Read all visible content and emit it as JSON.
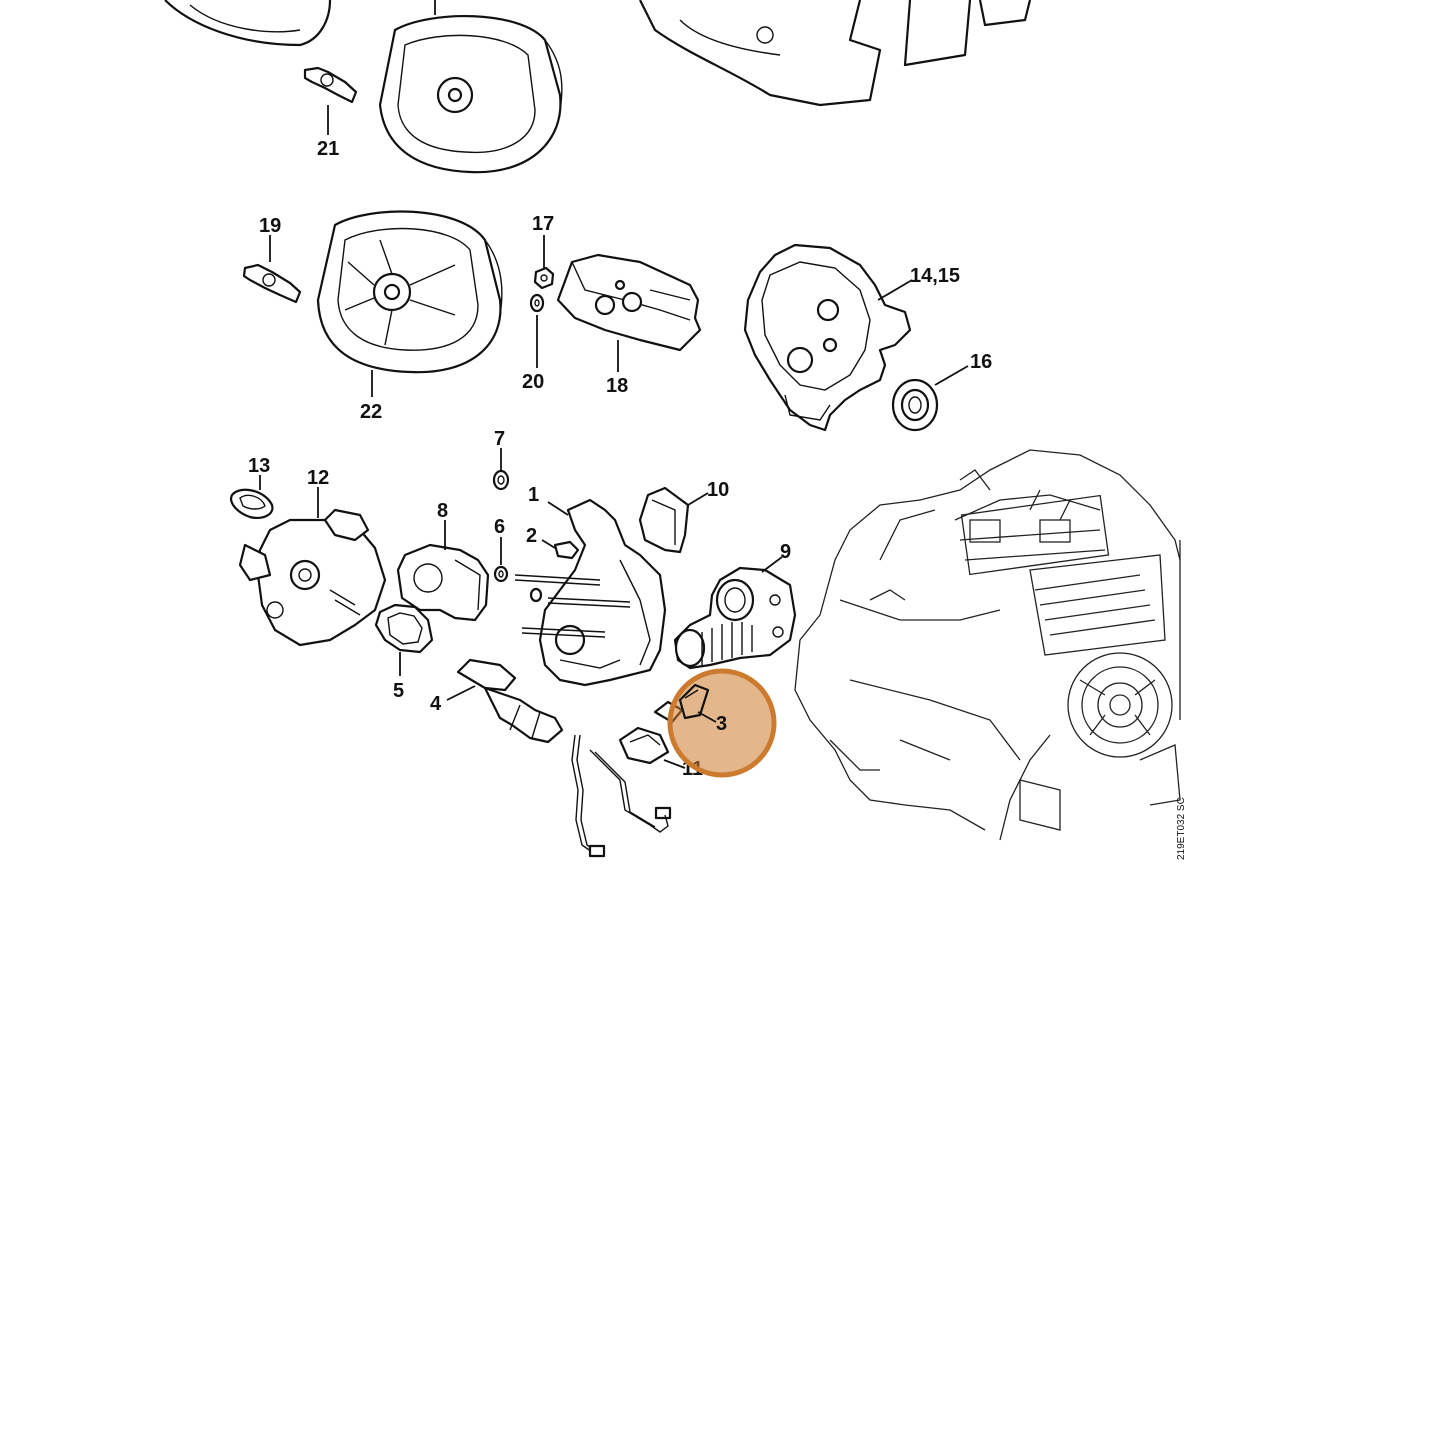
{
  "diagram": {
    "drawing_code": "219ET032 SC",
    "highlight_color": "#cc7a2e",
    "highlighted_part": "3",
    "callouts": {
      "c1": "1",
      "c2": "2",
      "c3": "3",
      "c4": "4",
      "c5": "5",
      "c6": "6",
      "c7": "7",
      "c8": "8",
      "c9": "9",
      "c10": "10",
      "c11": "11",
      "c12": "12",
      "c13": "13",
      "c14_15": "14,15",
      "c16": "16",
      "c17": "17",
      "c18": "18",
      "c19": "19",
      "c20": "20",
      "c21": "21",
      "c22": "22"
    }
  }
}
